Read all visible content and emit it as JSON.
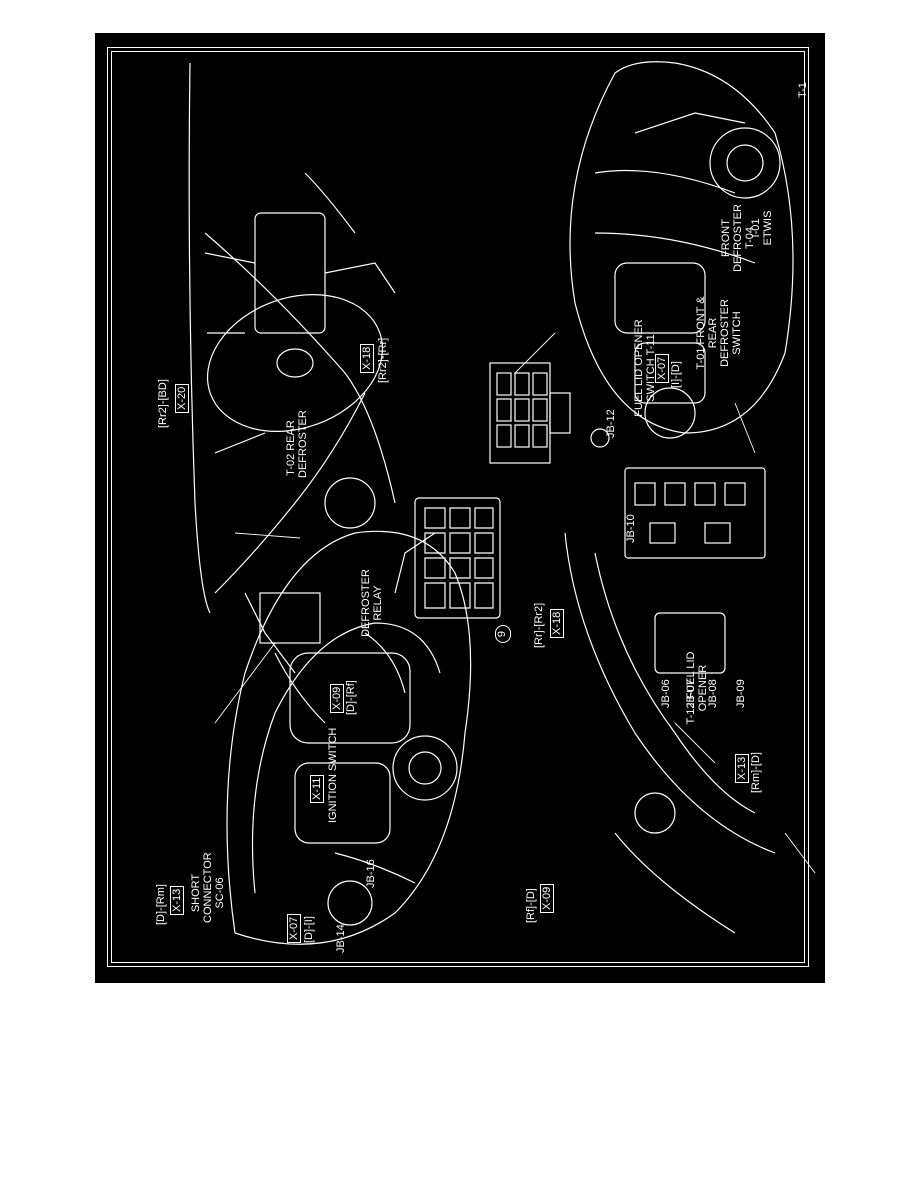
{
  "page_code": "T-1",
  "connectors": {
    "x13_top": "X-13",
    "x13_top_pin": "[D]-[Rm]",
    "x07_top": "X-07",
    "x07_top_pin": "[D]-[I]",
    "x11": "X-11",
    "x09_top": "X-09",
    "x09_top_pin": "[D]-[Rf]",
    "x20": "X-20",
    "x20_pin": "[Rr2]-[BD]",
    "x18_top": "X-18",
    "x18_top_pin": "[Rr2]-[Rr]",
    "x09_bot": "X-09",
    "x09_bot_pin": "[Rf]-[D]",
    "x13_bot": "X-13",
    "x13_bot_pin": "[Rm]-[D]",
    "x18_bot": "X-18",
    "x18_bot_pin": "[Rr]-[Rr2]",
    "x07_bot": "X-07",
    "x07_bot_pin": "[I]-[D]"
  },
  "labels": {
    "short_connector": "SHORT CONNECTOR SC-06",
    "ignition_switch": "IGNITION SWITCH",
    "jb14": "JB-14",
    "jb16": "JB-16",
    "defroster_relay": "DEFROSTER RELAY",
    "t02": "T-02 REAR DEFROSTER",
    "fuel_lid_opener": "T-12 FUEL LID OPENER",
    "fuse_number": "9",
    "jb10": "JB-10",
    "jb06": "JB-06",
    "jb07": "JB-07",
    "jb08": "JB-08",
    "jb09": "JB-09",
    "jb12": "JB-12",
    "fuel_lid_switch": "FUEL LID OPENER SWITCH T-11",
    "front_rear_defroster_switch": "T-01 FRONT & REAR DEFROSTER SWITCH",
    "front_defroster": "FRONT DEFROSTER T-04",
    "etwis": "I-01 ETWIS"
  },
  "colors": {
    "background": "#000000",
    "ink": "#ffffff",
    "page": "#ffffff"
  }
}
